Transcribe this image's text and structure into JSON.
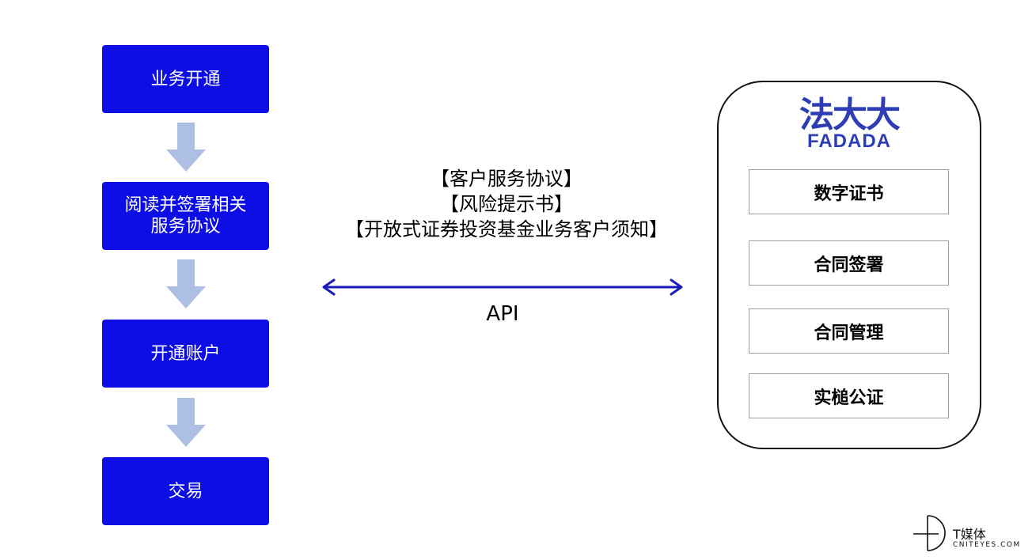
{
  "flow": {
    "steps": [
      {
        "label": "业务开通"
      },
      {
        "label": "阅读并签署相关\n服务协议"
      },
      {
        "label": "开通账户"
      },
      {
        "label": "交易"
      }
    ],
    "arrow_color": "#adc0e3",
    "step_color": "#0d0de6"
  },
  "docs": {
    "lines": [
      "【客户服务协议】",
      "【风险提示书】",
      "【开放式证券投资基金业务客户须知】"
    ]
  },
  "connector": {
    "label": "API",
    "color": "#1a1ab8"
  },
  "provider": {
    "logo_cn": "法大大",
    "logo_en": "FADADA",
    "logo_color": "#2d3eb5",
    "services": [
      {
        "label": "数字证书"
      },
      {
        "label": "合同签署"
      },
      {
        "label": "合同管理"
      },
      {
        "label": "实槌公证"
      }
    ]
  },
  "watermark": {
    "cn": "T媒体",
    "en": "CNITEYES.COM"
  }
}
